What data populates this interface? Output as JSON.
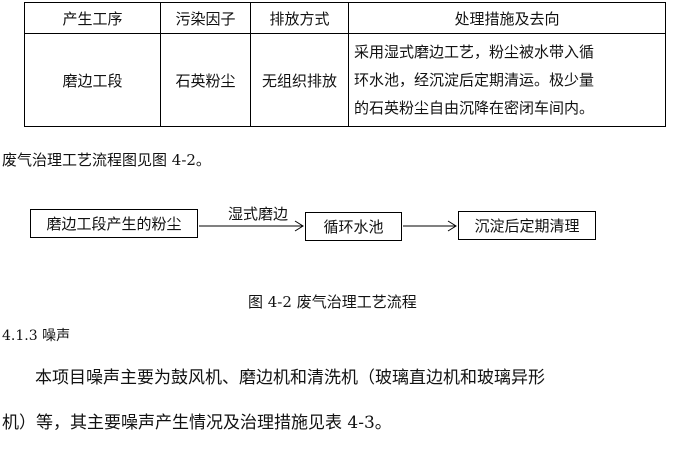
{
  "table": {
    "headers": [
      "产生工序",
      "污染因子",
      "排放方式",
      "处理措施及去向"
    ],
    "row": {
      "process": "磨边工段",
      "pollutant": "石英粉尘",
      "emission": "无组织排放",
      "measures_lines": [
        "采用湿式磨边工艺，粉尘被水带入循",
        "环水池，经沉淀后定期清运。极少量",
        "的石英粉尘自由沉降在密闭车间内。"
      ]
    }
  },
  "intro_text": "废气治理工艺流程图见图 4-2。",
  "flow": {
    "box1": "磨边工段产生的粉尘",
    "arrow1_label": "湿式磨边",
    "box2": "循环水池",
    "box3": "沉淀后定期清理"
  },
  "figure_caption": "图 4-2 废气治理工艺流程",
  "section_heading": "4.1.3 噪声",
  "paragraph_lines": [
    "本项目噪声主要为鼓风机、磨边机和清洗机（玻璃直边机和玻璃异形",
    "机）等，其主要噪声产生情况及治理措施见表 4-3。"
  ]
}
